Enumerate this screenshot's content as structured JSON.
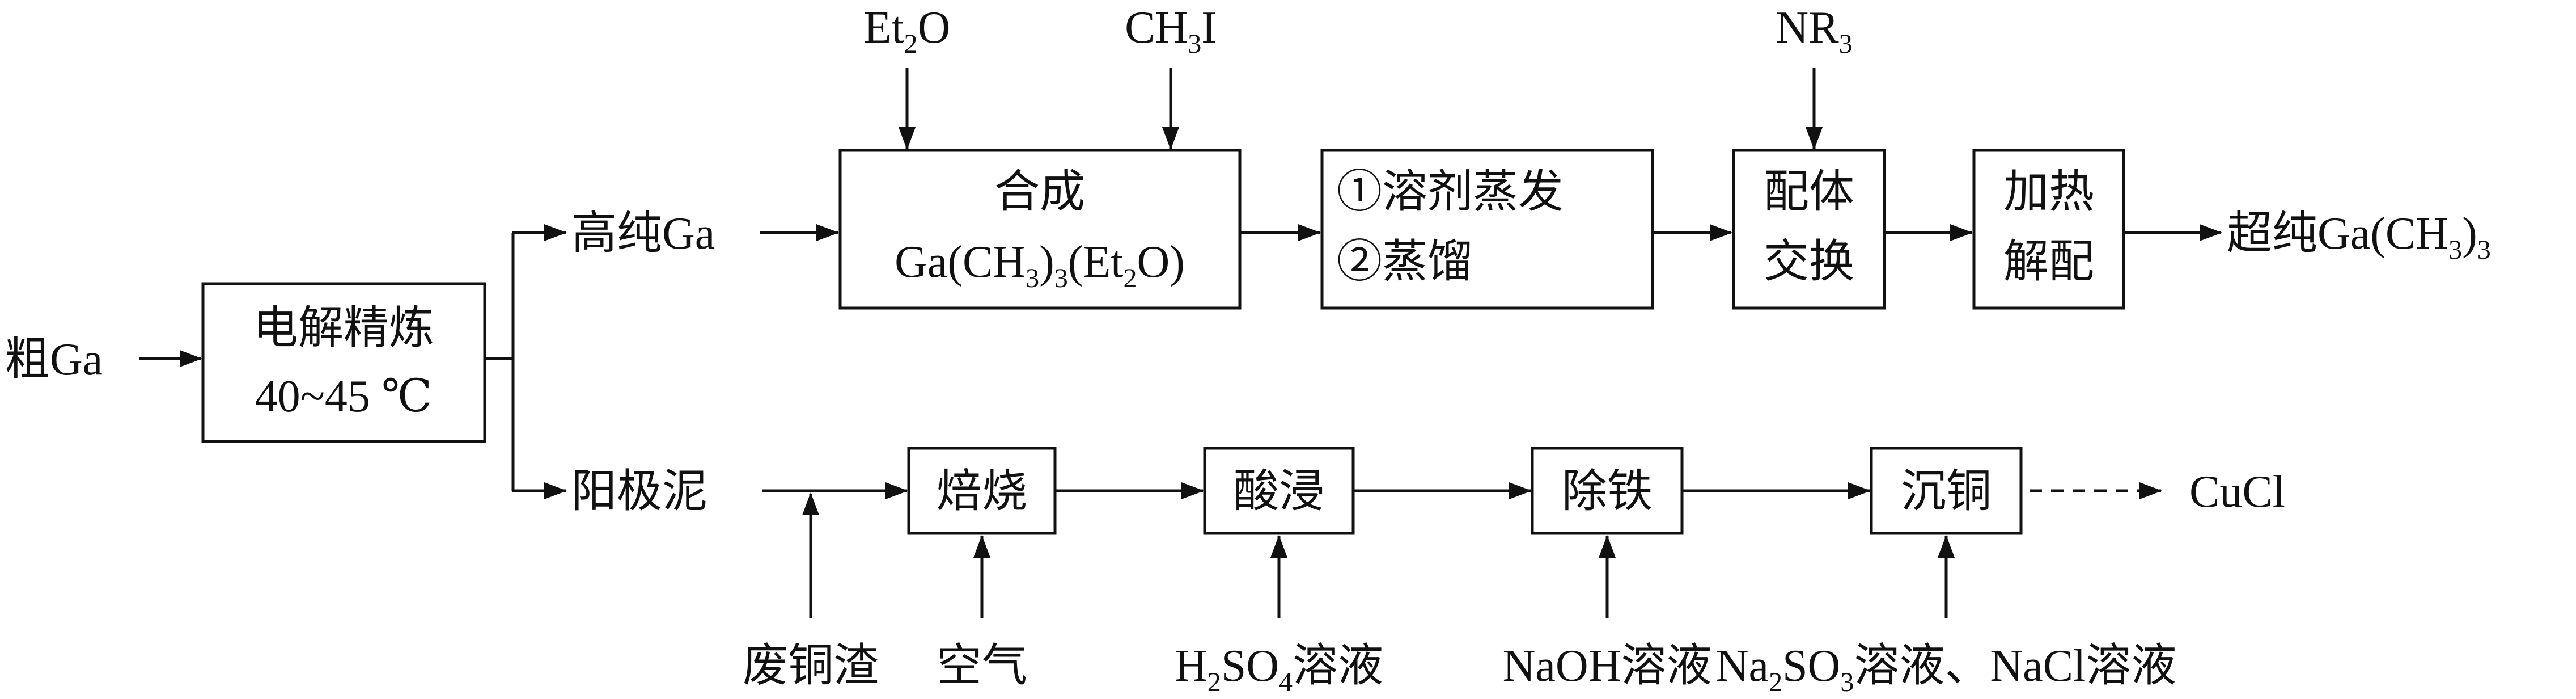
{
  "inputs": {
    "crude_ga": "粗Ga",
    "et2o": {
      "main": "Et",
      "sub": "2",
      "tail": "O"
    },
    "ch3i": {
      "main": "CH",
      "sub": "3",
      "tail": "I"
    },
    "nr3": {
      "main": "NR",
      "sub": "3"
    },
    "waste_copper_slag": "废铜渣",
    "air": "空气",
    "h2so4_solution": {
      "p1": "H",
      "s1": "2",
      "p2": "SO",
      "s2": "4",
      "p3": "溶液"
    },
    "naoh_solution": "NaOH溶液",
    "na2so3_nacl_solution": {
      "p1": "Na",
      "s1": "2",
      "p2": "SO",
      "s2": "3",
      "p3": "溶液、NaCl溶液"
    }
  },
  "steps": {
    "electrolytic_refining": {
      "line1": "电解精炼",
      "line2": "40~45 ℃"
    },
    "synthesis": {
      "line1": "合成",
      "line2": {
        "p1": "Ga(CH",
        "s1": "3",
        "p2": ")",
        "s2": "3",
        "p3": "(Et",
        "s3": "2",
        "p4": "O)"
      }
    },
    "evaporation_distillation": {
      "line1": "①溶剂蒸发",
      "line2": "②蒸馏"
    },
    "ligand_exchange": {
      "line1": "配体",
      "line2": "交换"
    },
    "heat_dissociation": {
      "line1": "加热",
      "line2": "解配"
    },
    "roasting": "焙烧",
    "acid_leaching": "酸浸",
    "iron_removal": "除铁",
    "copper_precipitation": "沉铜"
  },
  "intermediates": {
    "high_purity_ga": "高纯Ga",
    "anode_slime": "阳极泥"
  },
  "products": {
    "ultra_pure_ga_ch3_3": {
      "p1": "超纯Ga(CH",
      "s1": "3",
      "p2": ")",
      "s2": "3"
    },
    "cucl": "CuCl"
  }
}
